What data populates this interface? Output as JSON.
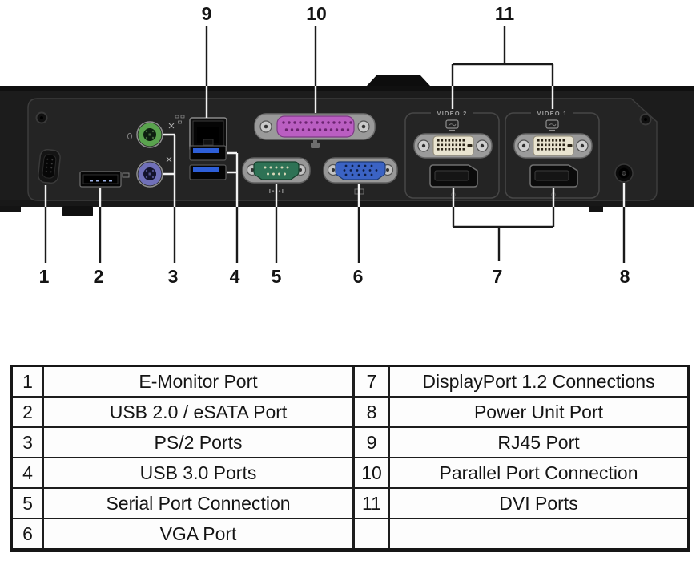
{
  "figure": {
    "callouts": {
      "c1": "1",
      "c2": "2",
      "c3": "3",
      "c4": "4",
      "c5": "5",
      "c6": "6",
      "c7": "7",
      "c8": "8",
      "c9": "9",
      "c10": "10",
      "c11": "11"
    },
    "video_labels": {
      "video2": "VIDEO 2",
      "video1": "VIDEO 1"
    },
    "colors": {
      "ps2_green": "#5aa34e",
      "ps2_purple": "#7070b8",
      "usb3_blue": "#2e5fd8",
      "parallel_purple": "#ba5ec2",
      "serial_green": "#2e7255",
      "vga_blue": "#3b63c4",
      "dvi_cream": "#e9e4d0"
    }
  },
  "legend_table": {
    "rows": [
      {
        "num_left": "1",
        "desc_left": "E-Monitor Port",
        "num_right": "7",
        "desc_right": "DisplayPort 1.2 Connections"
      },
      {
        "num_left": "2",
        "desc_left": "USB 2.0 / eSATA Port",
        "num_right": "8",
        "desc_right": "Power Unit Port"
      },
      {
        "num_left": "3",
        "desc_left": "PS/2 Ports",
        "num_right": "9",
        "desc_right": "RJ45 Port"
      },
      {
        "num_left": "4",
        "desc_left": "USB 3.0 Ports",
        "num_right": "10",
        "desc_right": "Parallel Port Connection"
      },
      {
        "num_left": "5",
        "desc_left": "Serial Port Connection",
        "num_right": "11",
        "desc_right": "DVI Ports"
      },
      {
        "num_left": "6",
        "desc_left": "VGA Port",
        "num_right": "",
        "desc_right": ""
      }
    ]
  }
}
